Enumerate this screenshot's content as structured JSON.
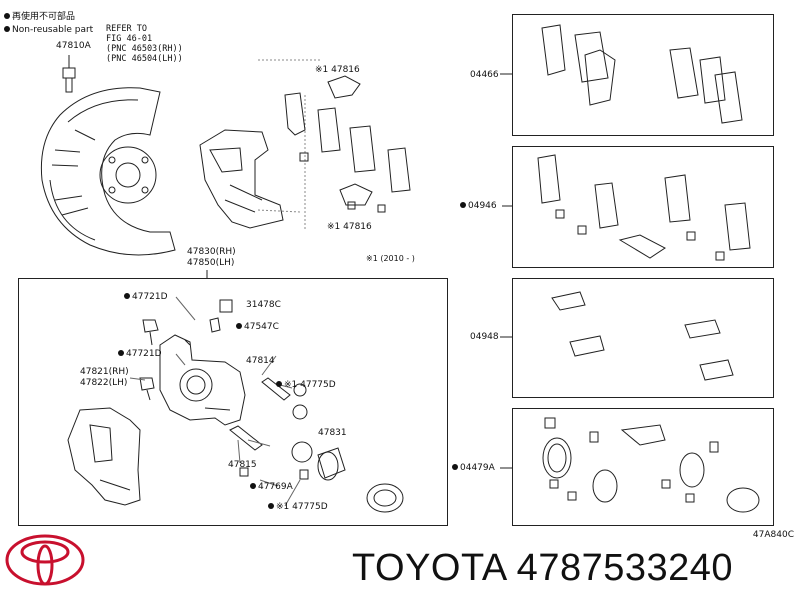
{
  "legend": {
    "reusable": "再使用不可部品",
    "non_reusable": "Non-reusable part"
  },
  "refer": {
    "line1": "REFER TO",
    "line2": "FIG 46-01",
    "line3": "(PNC 46503(RH))",
    "line4": "(PNC 46504(LH))"
  },
  "parts": {
    "p47810A": "47810A",
    "p47816_top": "※1 47816",
    "p47816_bot": "※1 47816",
    "p47830": "47830(RH)",
    "p47850": "47850(LH)",
    "note": "※1 (2010 - )",
    "p47721D_a": "47721D",
    "p31478C": "31478C",
    "p47547C": "47547C",
    "p47721D_b": "47721D",
    "p47814": "47814",
    "p47775D_a": "※1 47775D",
    "p47821": "47821(RH)",
    "p47822": "47822(LH)",
    "p47831": "47831",
    "p47815": "47815",
    "p47769A": "47769A",
    "p47775D_b": "※1 47775D"
  },
  "kits": {
    "k04466": "04466",
    "k04946": "04946",
    "k04948": "04948",
    "k04479A": "04479A"
  },
  "diagram_code": "47A840C",
  "footer": {
    "brand_part": "TOYOTA 4787533240"
  }
}
